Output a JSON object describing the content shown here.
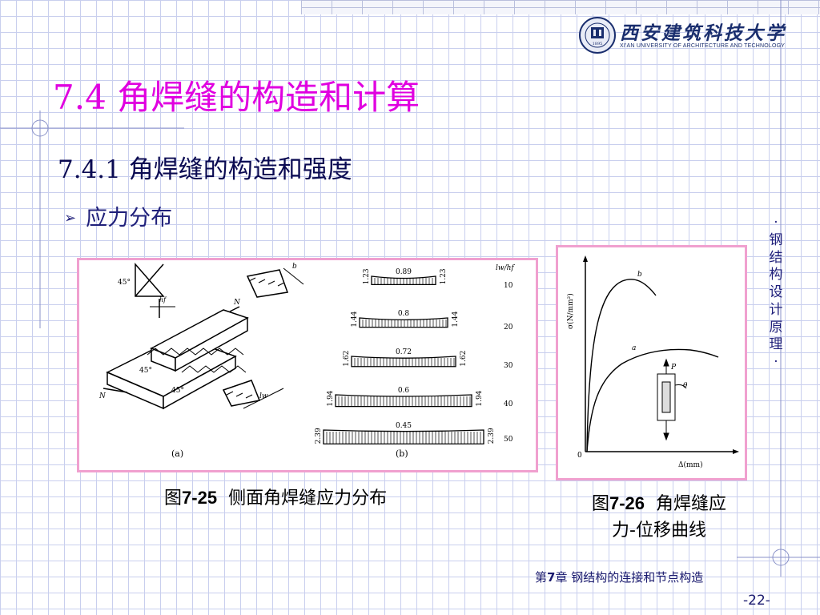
{
  "header": {
    "university_cn": "西安建筑科技大学",
    "university_en": "XI'AN UNIVERSITY OF ARCHITECTURE AND TECHNOLOGY",
    "seal_year": "1895"
  },
  "slide": {
    "title": "7.4 角焊缝的构造和计算",
    "subtitle": "7.4.1 角焊缝的构造和强度",
    "bullet": "应力分布",
    "bullet_marker": "➢"
  },
  "figure1": {
    "caption_prefix": "图",
    "caption_num": "7-25",
    "caption_text": "侧面角焊缝应力分布",
    "panel_a": {
      "label": "(a)",
      "angle_labels": [
        "45°",
        "45°",
        "45°"
      ],
      "force_labels": [
        "N",
        "N"
      ],
      "dim_labels": [
        "hf",
        "b",
        "lw"
      ]
    },
    "panel_b": {
      "label": "(b)",
      "column_header": "lw/hf",
      "rows": [
        {
          "ratio": "10",
          "middle": "0.89",
          "end": "1.23"
        },
        {
          "ratio": "20",
          "middle": "0.8",
          "end": "1.44"
        },
        {
          "ratio": "30",
          "middle": "0.72",
          "end": "1.62"
        },
        {
          "ratio": "40",
          "middle": "0.6",
          "end": "1.94"
        },
        {
          "ratio": "50",
          "middle": "0.45",
          "end": "2.39"
        }
      ]
    }
  },
  "figure2": {
    "caption_prefix": "图",
    "caption_num": "7-26",
    "caption_line1": "角焊缝应",
    "caption_line2": "力-位移曲线",
    "y_label": "σ(N/mm²)",
    "x_label": "Δ(mm)",
    "origin": "0",
    "curve_labels": [
      "b",
      "a"
    ],
    "inset_labels": [
      "P",
      "θ"
    ]
  },
  "sidebar": {
    "text": "·钢结构设计原理·"
  },
  "footer": {
    "chapter_prefix": "第",
    "chapter_num": "7",
    "chapter_text": "章 钢结构的连接和节点构造",
    "page": "-22-"
  }
}
